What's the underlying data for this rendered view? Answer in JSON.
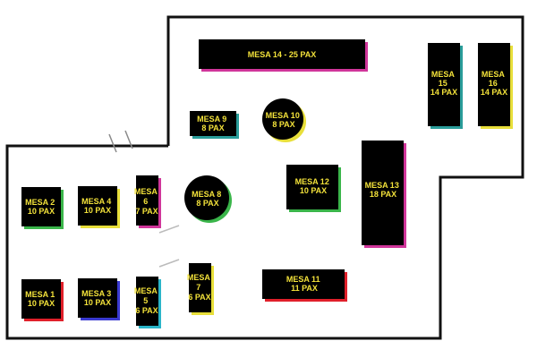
{
  "tables": [
    {
      "id": "mesa-14",
      "lines": [
        "MESA 14 - 25 PAX"
      ],
      "accent": "#d0359a"
    },
    {
      "id": "mesa-15",
      "lines": [
        "MESA",
        "15",
        "14 PAX"
      ],
      "accent": "#2a9d9a"
    },
    {
      "id": "mesa-16",
      "lines": [
        "MESA",
        "16",
        "14 PAX"
      ],
      "accent": "#e8df3a"
    },
    {
      "id": "mesa-9",
      "lines": [
        "MESA 9",
        "8 PAX"
      ],
      "accent": "#2a9d9a"
    },
    {
      "id": "mesa-10",
      "lines": [
        "MESA 10",
        "8 PAX"
      ],
      "accent": "#e8df3a"
    },
    {
      "id": "mesa-12",
      "lines": [
        "MESA 12",
        "10 PAX"
      ],
      "accent": "#3ab54a"
    },
    {
      "id": "mesa-13",
      "lines": [
        "MESA 13",
        "18 PAX"
      ],
      "accent": "#d0359a"
    },
    {
      "id": "mesa-8",
      "lines": [
        "MESA 8",
        "8 PAX"
      ],
      "accent": "#3ab54a"
    },
    {
      "id": "mesa-2",
      "lines": [
        "MESA 2",
        "10 PAX"
      ],
      "accent": "#3ab54a"
    },
    {
      "id": "mesa-4",
      "lines": [
        "MESA 4",
        "10 PAX"
      ],
      "accent": "#e8df3a"
    },
    {
      "id": "mesa-6",
      "lines": [
        "MESA",
        "6",
        "7 PAX"
      ],
      "accent": "#d0359a"
    },
    {
      "id": "mesa-1",
      "lines": [
        "MESA 1",
        "10 PAX"
      ],
      "accent": "#e0202a"
    },
    {
      "id": "mesa-3",
      "lines": [
        "MESA 3",
        "10 PAX"
      ],
      "accent": "#3a3ad0"
    },
    {
      "id": "mesa-5",
      "lines": [
        "MESA",
        "5",
        "6 PAX"
      ],
      "accent": "#2ab5c9"
    },
    {
      "id": "mesa-7",
      "lines": [
        "MESA",
        "7",
        "6 PAX"
      ],
      "accent": "#e8df3a"
    },
    {
      "id": "mesa-11",
      "lines": [
        "MESA 11",
        "11 PAX"
      ],
      "accent": "#e0202a"
    }
  ]
}
